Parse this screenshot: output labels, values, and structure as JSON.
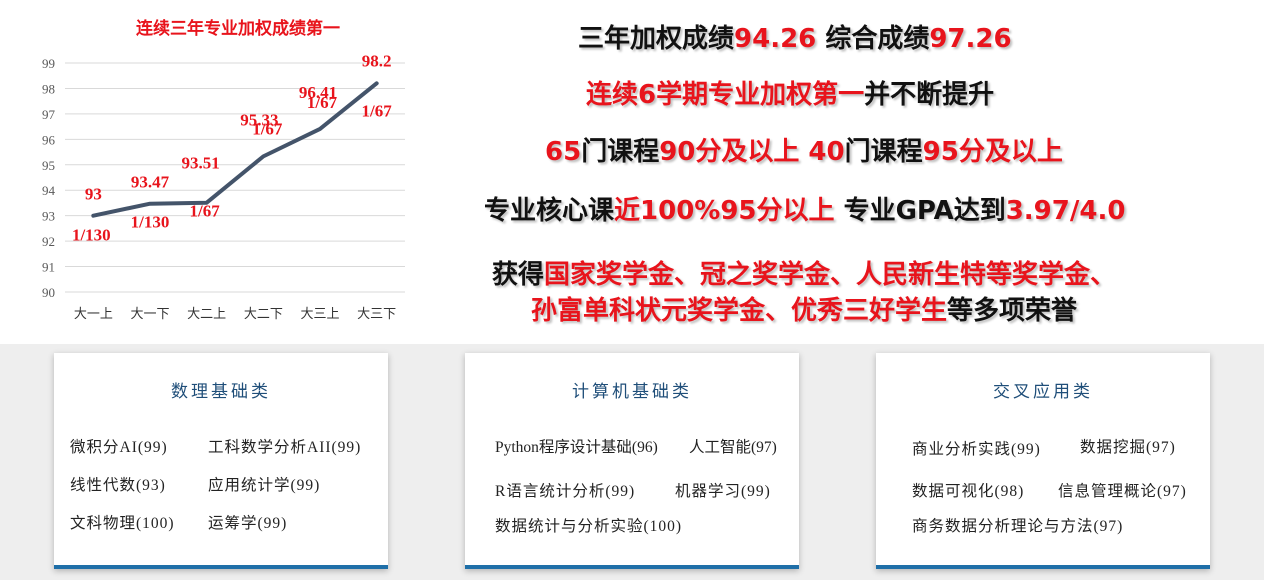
{
  "chart_data": {
    "type": "line",
    "title": "连续三年专业加权成绩第一",
    "categories": [
      "大一上",
      "大一下",
      "大二上",
      "大二下",
      "大三上",
      "大三下"
    ],
    "values": [
      93,
      93.47,
      93.51,
      95.33,
      96.41,
      98.2
    ],
    "value_labels": [
      "93",
      "93.47",
      "93.51",
      "95.33",
      "96.41",
      "98.2"
    ],
    "rank_labels": [
      "1/130",
      "1/130",
      "1/67",
      "1/67",
      "1/67",
      "1/67"
    ],
    "ylim": [
      90,
      99
    ],
    "yticks": [
      "90",
      "91",
      "92",
      "93",
      "94",
      "95",
      "96",
      "97",
      "98",
      "99"
    ],
    "grid": true,
    "line_color": "#44546a",
    "label_color": "#e8141c"
  },
  "highlights": {
    "line1": [
      {
        "t": "三年加权成绩",
        "c": "b"
      },
      {
        "t": "94.26",
        "c": "r"
      },
      {
        "t": "   综合成绩",
        "c": "b"
      },
      {
        "t": "97.26",
        "c": "r"
      }
    ],
    "line2": [
      {
        "t": "连续6学期专业加权第一",
        "c": "r"
      },
      {
        "t": "并不断提升",
        "c": "b"
      }
    ],
    "line3": [
      {
        "t": "65",
        "c": "r"
      },
      {
        "t": "门课程",
        "c": "b"
      },
      {
        "t": "90分及以上  40",
        "c": "r"
      },
      {
        "t": "门课程",
        "c": "b"
      },
      {
        "t": "95分及以上",
        "c": "r"
      }
    ],
    "line4": [
      {
        "t": "专业核心课",
        "c": "b"
      },
      {
        "t": "近100%95分以上",
        "c": "r"
      },
      {
        "t": "  专业GPA达到",
        "c": "b"
      },
      {
        "t": "3.97/4.0",
        "c": "r"
      }
    ],
    "line5": [
      {
        "t": "获得",
        "c": "b"
      },
      {
        "t": "国家奖学金、冠之奖学金、人民新生特等奖学金、",
        "c": "r"
      }
    ],
    "line6": [
      {
        "t": "孙富单科状元奖学金、优秀三好学生",
        "c": "r"
      },
      {
        "t": "等多项荣誉",
        "c": "b"
      }
    ]
  },
  "cards": [
    {
      "title": "数理基础类",
      "courses": [
        "微积分AI(99)",
        "工科数学分析AII(99)",
        "线性代数(93)",
        "应用统计学(99)",
        "文科物理(100)",
        "运筹学(99)"
      ]
    },
    {
      "title": "计算机基础类",
      "courses": [
        "Python程序设计基础(96)",
        "人工智能(97)",
        "R语言统计分析(99)",
        "机器学习(99)",
        "数据统计与分析实验(100)"
      ]
    },
    {
      "title": "交叉应用类",
      "courses": [
        "商业分析实践(99)",
        "数据挖掘(97)",
        "数据可视化(98)",
        "信息管理概论(97)",
        "商务数据分析理论与方法(97)"
      ]
    }
  ]
}
